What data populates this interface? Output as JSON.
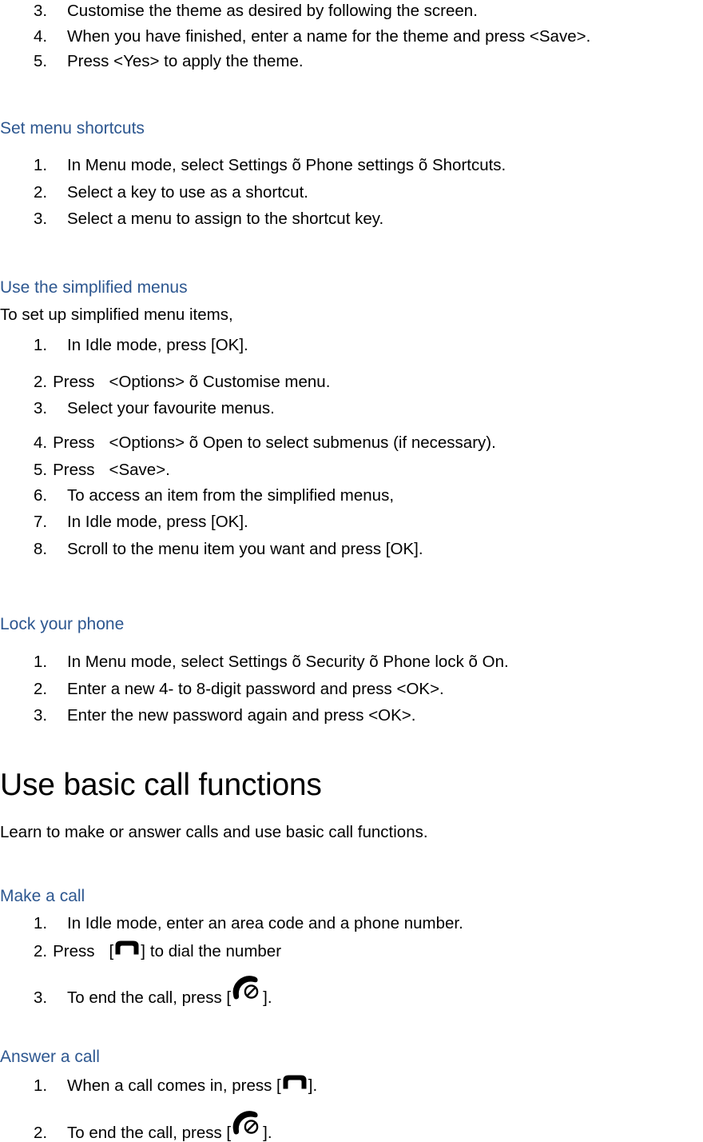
{
  "document": {
    "arrow_glyph": "õ",
    "heading_color": "#2d5790",
    "body_color": "#000000"
  },
  "theme_steps": {
    "items": [
      {
        "num": "3.",
        "text": "Customise the theme as desired by following the screen."
      },
      {
        "num": "4.",
        "text": "When you have finished, enter a name for the theme and press <Save>."
      },
      {
        "num": "5.",
        "text": "Press <Yes> to apply the theme."
      }
    ]
  },
  "set_menu_shortcuts": {
    "heading": "Set menu shortcuts",
    "items": [
      {
        "num": "1.",
        "text": "In Menu mode, select Settings õ Phone settings õ Shortcuts."
      },
      {
        "num": "2.",
        "text": "Select a key to use as a shortcut."
      },
      {
        "num": "3.",
        "text": "Select a menu to assign to the shortcut key."
      }
    ]
  },
  "use_simplified_menus": {
    "heading": "Use the simplified menus",
    "intro": "To set up simplified menu items,",
    "items": [
      {
        "num": "1.",
        "text": "In Idle mode, press [OK]."
      },
      {
        "num": "2.",
        "label": "Press",
        "text": "<Options> õ Customise menu."
      },
      {
        "num": "3.",
        "text": "Select your favourite menus."
      },
      {
        "num": "4.",
        "label": "Press",
        "text": "<Options> õ Open to select submenus (if necessary)."
      },
      {
        "num": "5.",
        "label": "Press",
        "text": "<Save>."
      },
      {
        "num": "6.",
        "text": "To access an item from the simplified menus,"
      },
      {
        "num": "7.",
        "text": "In Idle mode, press [OK]."
      },
      {
        "num": "8.",
        "text": "Scroll to the menu item you want and press [OK]."
      }
    ]
  },
  "lock_your_phone": {
    "heading": "Lock your phone",
    "items": [
      {
        "num": "1.",
        "text": "In Menu mode, select Settings õ Security õ Phone lock õ On."
      },
      {
        "num": "2.",
        "text": "Enter a new 4- to 8-digit password and press <OK>."
      },
      {
        "num": "3.",
        "text": "Enter the new password again and press <OK>."
      }
    ]
  },
  "use_basic_call_functions": {
    "title": "Use basic call functions",
    "subtitle": "Learn to make or answer calls and use basic call functions."
  },
  "make_a_call": {
    "heading": "Make a call",
    "step1": {
      "num": "1.",
      "text": "In Idle mode, enter an area code and a phone number."
    },
    "step2": {
      "num": "2.",
      "label": "Press",
      "bracket_open": "[",
      "bracket_close": "]",
      "text": "to dial the number",
      "icon": "send-key-icon"
    },
    "step3": {
      "num": "3.",
      "text_before": "To end the call, press [",
      "text_after": "].",
      "icon": "end-call-key-icon"
    }
  },
  "answer_a_call": {
    "heading": "Answer a call",
    "step1": {
      "num": "1.",
      "text_before": "When a call comes in, press [",
      "text_after": "].",
      "icon": "send-key-icon"
    },
    "step2": {
      "num": "2.",
      "text_before": "To end the call, press [",
      "text_after": "].",
      "icon": "end-call-key-icon"
    }
  }
}
